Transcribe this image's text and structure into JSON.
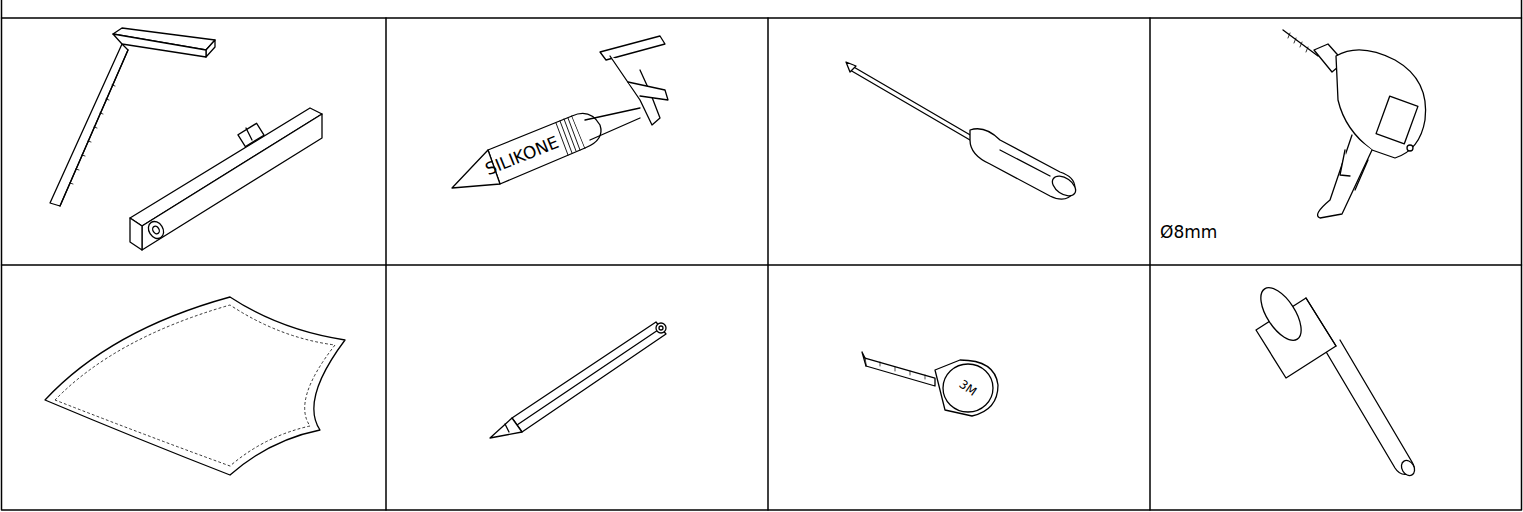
{
  "diagram": {
    "labels": [
      "SILIKONE",
      "Ø8mm",
      "3M"
    ]
  }
}
